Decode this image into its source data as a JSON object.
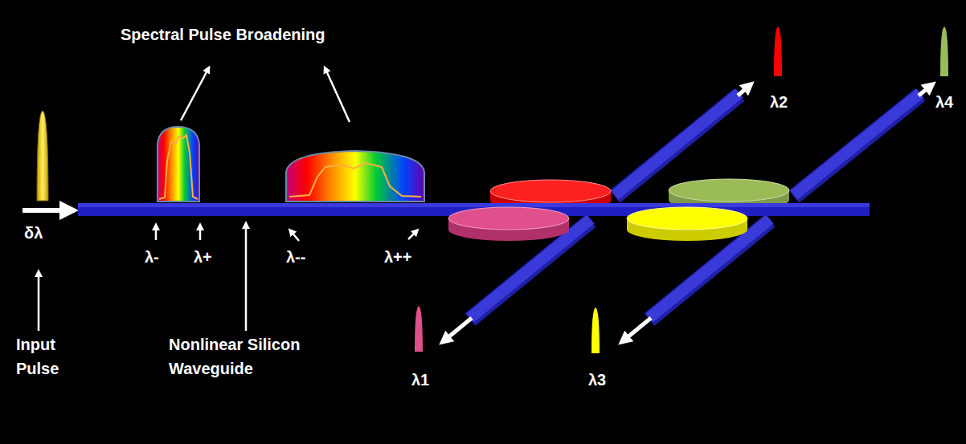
{
  "diagram": {
    "labels": [
      "Spectral Pulse Broadening",
      "δλ",
      "Input Pulse",
      "λ-",
      "λ+",
      "Nonlinear Silicon Waveguide",
      "λ--",
      "λ++",
      "λ1",
      "λ2",
      "λ3",
      "λ4"
    ]
  }
}
